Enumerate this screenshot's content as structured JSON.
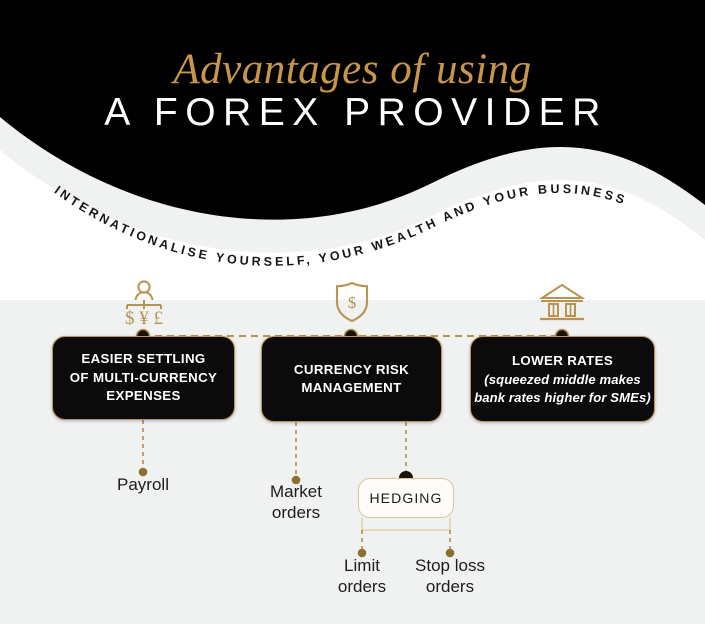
{
  "header": {
    "script_title": "Advantages of using",
    "main_title": "A FOREX PROVIDER",
    "curved_subtitle": "INTERNATIONALISE YOURSELF, YOUR WEALTH AND YOUR BUSINESS",
    "bg_color": "#000000",
    "accent_gold": "#c8964a",
    "title_color": "#ffffff"
  },
  "theme": {
    "page_bg": "#f0f1f1",
    "card_bg": "#0b0b0c",
    "card_border": "#b99352",
    "dash_gold": "#b99352",
    "dot_gold": "#8a6f2e",
    "dot_dark": "#17130c",
    "pill_bg": "#fdfcf8",
    "pill_border": "#d9c59a",
    "text_dark": "#1b1c1e"
  },
  "icons": [
    {
      "name": "person-currency-icon",
      "symbols": "$ ¥ £"
    },
    {
      "name": "shield-dollar-icon",
      "symbols": "$"
    },
    {
      "name": "bank-building-icon",
      "symbols": ""
    }
  ],
  "cards": [
    {
      "id": "easier-settling",
      "title": "EASIER SETTLING\nOF MULTI-CURRENCY\nEXPENSES",
      "title_lines": [
        "EASIER SETTLING",
        "OF MULTI-CURRENCY",
        "EXPENSES"
      ],
      "subtitle_lines": []
    },
    {
      "id": "currency-risk-management",
      "title": "CURRENCY RISK\nMANAGEMENT",
      "title_lines": [
        "CURRENCY RISK",
        "MANAGEMENT"
      ],
      "subtitle_lines": []
    },
    {
      "id": "lower-rates",
      "title": "LOWER RATES",
      "title_lines": [
        "LOWER RATES"
      ],
      "subtitle_lines": [
        "(squeezed middle makes",
        "bank rates higher for SMEs)"
      ]
    }
  ],
  "leaves": [
    {
      "id": "payroll",
      "lines": [
        "Payroll"
      ],
      "parent": "easier-settling"
    },
    {
      "id": "market-orders",
      "lines": [
        "Market",
        "orders"
      ],
      "parent": "currency-risk-management"
    },
    {
      "id": "limit-orders",
      "lines": [
        "Limit",
        "orders"
      ],
      "parent": "hedging"
    },
    {
      "id": "stop-loss-orders",
      "lines": [
        "Stop loss",
        "orders"
      ],
      "parent": "hedging"
    }
  ],
  "pill": {
    "id": "hedging",
    "label": "HEDGING",
    "parent": "currency-risk-management"
  },
  "card_texts": {
    "c0_l0": "EASIER SETTLING",
    "c0_l1": "OF MULTI-CURRENCY",
    "c0_l2": "EXPENSES",
    "c1_l0": "CURRENCY RISK",
    "c1_l1": "MANAGEMENT",
    "c2_l0": "LOWER RATES",
    "c2_s0": "(squeezed middle makes",
    "c2_s1": "bank rates higher for SMEs)"
  },
  "leaf_texts": {
    "payroll_l0": "Payroll",
    "market_l0": "Market",
    "market_l1": "orders",
    "limit_l0": "Limit",
    "limit_l1": "orders",
    "stop_l0": "Stop loss",
    "stop_l1": "orders"
  },
  "icon_symbols": {
    "currency_row": "$ ¥ £",
    "shield_dollar": "$"
  }
}
